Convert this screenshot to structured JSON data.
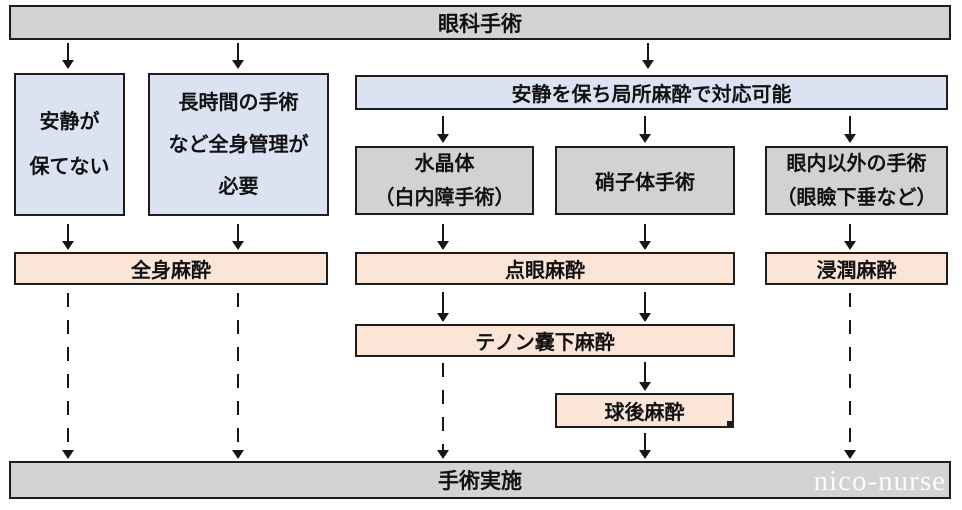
{
  "colors": {
    "bar_gray": "#d3d3d3",
    "box_blue": "#dbe3f3",
    "box_peach": "#fae5d6",
    "border": "#1d1d1d",
    "arrow": "#161616",
    "watermark_text": "#fbfbfb"
  },
  "flowchart": {
    "top": "眼科手術",
    "left_branch": {
      "cannot_stay_calm": "安静が\n保てない",
      "long_surgery": "長時間の手術\nなど全身管理が\n必要",
      "general_anesthesia": "全身麻酔"
    },
    "right_branch": {
      "local_anesthesia_possible": "安静を保ち局所麻酔で対応可能",
      "lens_cataract": "水晶体\n（白内障手術）",
      "vitreous_surgery": "硝子体手術",
      "extraocular_surgery": "眼内以外の手術\n（眼瞼下垂など）",
      "topical_anesthesia": "点眼麻酔",
      "infiltration_anesthesia": "浸潤麻酔",
      "subtenon_anesthesia": "テノン嚢下麻酔",
      "retrobulbar_anesthesia": "球後麻酔"
    },
    "bottom": "手術実施"
  },
  "watermark": "nico-nurse"
}
